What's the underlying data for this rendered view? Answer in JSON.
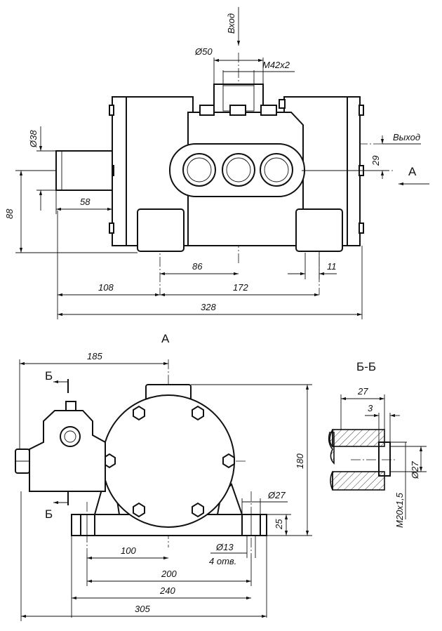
{
  "top_view": {
    "inlet_label": "Вход",
    "outlet_label": "Выход",
    "view_arrow_label": "А",
    "dims": {
      "d50": "Ø50",
      "m42": "М42х2",
      "d38": "Ø38",
      "d29": "29",
      "d58": "58",
      "d88": "88",
      "d86": "86",
      "d11": "11",
      "d108": "108",
      "d172": "172",
      "d328": "328"
    }
  },
  "view_a": {
    "title": "А",
    "section_mark_top": "Б",
    "section_mark_bottom": "Б",
    "dims": {
      "d185": "185",
      "d180": "180",
      "d27": "Ø27",
      "d25": "25",
      "d100": "100",
      "d13": "Ø13",
      "holes": "4 отв.",
      "d200": "200",
      "d240": "240",
      "d305": "305"
    }
  },
  "section_bb": {
    "title": "Б-Б",
    "dims": {
      "d27": "27",
      "d3": "3",
      "dd27": "Ø27",
      "thread": "М20х1,5"
    }
  }
}
